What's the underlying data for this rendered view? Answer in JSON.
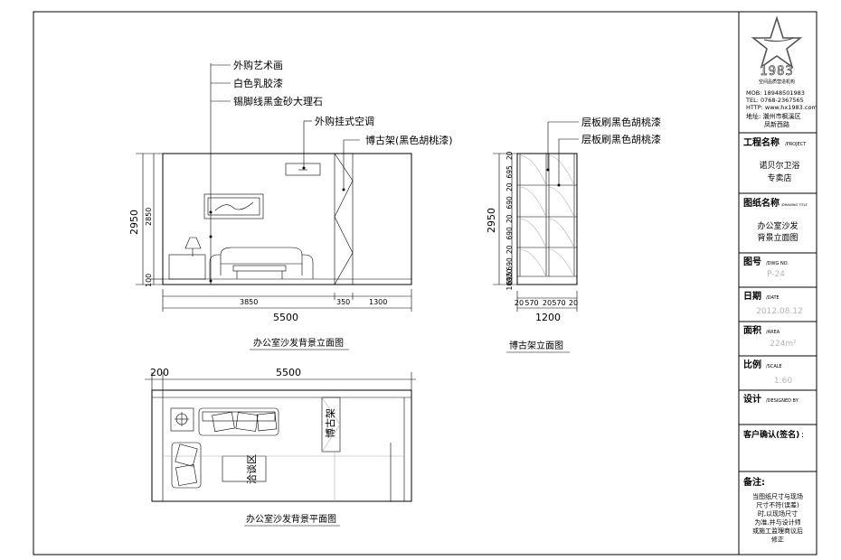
{
  "elevation": {
    "title": "办公室沙发背景立面图",
    "callouts": [
      "外购艺术画",
      "白色乳胶漆",
      "锡脚线黑金砂大理石",
      "外购挂式空调",
      "博古架(黑色胡桃漆)"
    ],
    "dims": {
      "overall_height": "2950",
      "inner_height": "2850",
      "base": "100",
      "w1": "3850",
      "w2": "350",
      "w3": "1300",
      "total_width": "5500"
    }
  },
  "shelf": {
    "title": "博古架立面图",
    "callouts": [
      "层板刷黑色胡桃漆",
      "层板刷黑色胡桃漆"
    ],
    "dims": {
      "overall_height": "2950",
      "bottom_widths": [
        "20",
        "570",
        "20",
        "570",
        "20"
      ],
      "total_width": "1200",
      "vertical": [
        "20",
        "695",
        "20",
        "690",
        "20",
        "690",
        "20",
        "690",
        "20",
        "695",
        "100"
      ]
    }
  },
  "plan": {
    "title": "办公室沙发背景平面图",
    "dims": {
      "left": "200",
      "width": "5500"
    },
    "labels": {
      "shelf": "博古架",
      "zone": "洽谈区"
    }
  },
  "titleblock": {
    "logo_text": "1983",
    "logo_sub": "空间品质营造机构",
    "contact": [
      "MOB: 18948501983",
      "TEL: 0768-2367565",
      "HTTP: www.hx1983.com",
      "地址: 潮州市枫溪区",
      "凤新西路"
    ],
    "project_label": "工程名称",
    "project_label_en": "/PROJECT",
    "project_name": [
      "诺贝尔卫浴",
      "专卖店"
    ],
    "drawing_label": "图纸名称",
    "drawing_label_en": "/DRAWING TITLE",
    "drawing_name": [
      "办公室沙发",
      "背景立面图"
    ],
    "number_label": "图号",
    "number_label_en": "/DWG NO.",
    "number": "P-24",
    "date_label": "日期",
    "date_label_en": "/DATE",
    "date": "2012.08.12",
    "area_label": "面积",
    "area_label_en": "/AREA",
    "area": "224m²",
    "scale_label": "比例",
    "scale_label_en": "/SCALE",
    "scale": "1:60",
    "designer_label": "设计",
    "designer_label_en": "/DESIGNED BY",
    "client_label": "客户确认(签名)",
    "client_sep": ":",
    "note_label": "备注:",
    "note_lines": [
      "当图纸尺寸与现场",
      "尺寸不符(误差)",
      "时,以现场尺寸",
      "为准,并与设计师",
      "或施工监理商议后",
      "修正"
    ]
  }
}
